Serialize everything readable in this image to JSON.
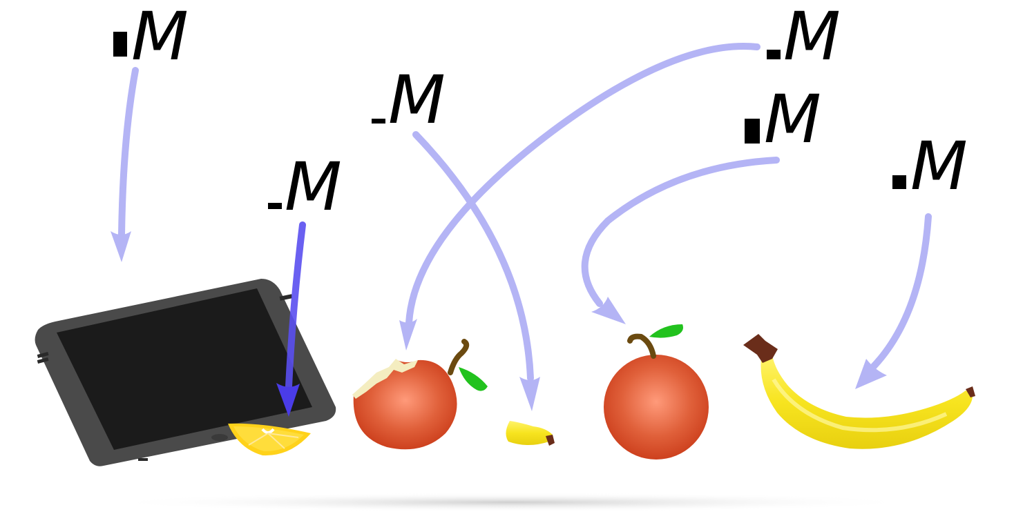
{
  "labels": [
    {
      "id": "label-tablet",
      "text": "M",
      "prefix": "dot-large"
    },
    {
      "id": "label-lemon",
      "text": "M",
      "prefix": "dash-medium"
    },
    {
      "id": "label-banana-piece",
      "text": "M",
      "prefix": "dash-small"
    },
    {
      "id": "label-bitten-apple",
      "text": "M",
      "prefix": "dash-medium"
    },
    {
      "id": "label-whole-apple",
      "text": "M",
      "prefix": "dot-large"
    },
    {
      "id": "label-banana",
      "text": "M",
      "prefix": "dot-medium"
    }
  ],
  "objects": [
    {
      "id": "tablet",
      "icon": "tablet-icon"
    },
    {
      "id": "lemon-slice",
      "icon": "lemon-slice-icon"
    },
    {
      "id": "bitten-apple",
      "icon": "bitten-apple-icon"
    },
    {
      "id": "banana-piece",
      "icon": "banana-piece-icon"
    },
    {
      "id": "whole-apple",
      "icon": "apple-icon"
    },
    {
      "id": "banana",
      "icon": "banana-icon"
    }
  ],
  "colors": {
    "arrow_light": "#b4b4f5",
    "arrow_dark": "#5a4ff0",
    "apple": "#d64a22",
    "apple_highlight": "#ff9a7a",
    "banana": "#f8ee2a",
    "lemon": "#ffd21a",
    "tablet_body": "#4a4a4a",
    "tablet_screen": "#1b1b1b",
    "leaf": "#22c21e",
    "stem": "#6b4a10",
    "shadow": "#cfcfcf"
  }
}
